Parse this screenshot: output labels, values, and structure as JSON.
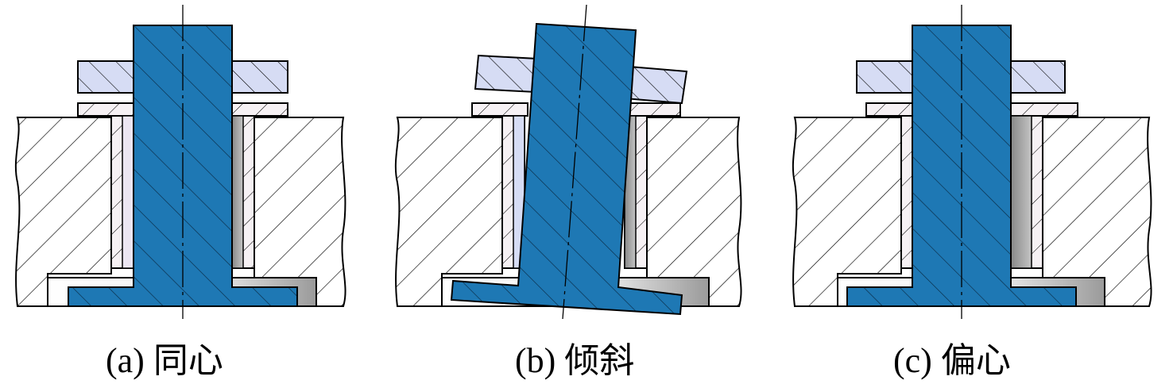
{
  "panels": [
    {
      "id": "a",
      "caption": "(a) 同心"
    },
    {
      "id": "b",
      "caption": "(b) 倾斜"
    },
    {
      "id": "c",
      "caption": "(c) 偏心"
    }
  ],
  "colors": {
    "pin": "#1e78b4",
    "washer": "#d6dcf4",
    "bushing": "#f6f1f4",
    "gap": "#a8a8a8",
    "outline": "#000000",
    "background": "#ffffff"
  }
}
